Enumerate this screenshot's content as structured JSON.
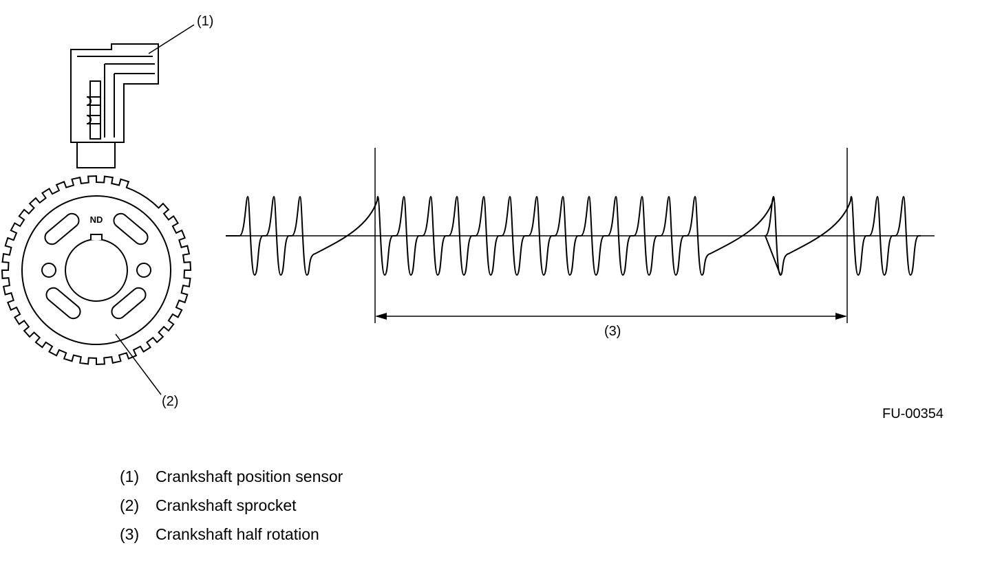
{
  "figure": {
    "id_label": "FU-00354",
    "gear_marking": "ND",
    "callouts": {
      "sensor": "(1)",
      "sprocket": "(2)",
      "half_rotation": "(3)"
    },
    "signal": {
      "pulses_per_half_rotation": 14,
      "missing_pulses_per_gap": 2,
      "colors": {
        "line": "#000000",
        "background": "#ffffff"
      }
    }
  },
  "legend": [
    {
      "num": "(1)",
      "text": "Crankshaft position sensor"
    },
    {
      "num": "(2)",
      "text": "Crankshaft sprocket"
    },
    {
      "num": "(3)",
      "text": "Crankshaft half rotation"
    }
  ]
}
